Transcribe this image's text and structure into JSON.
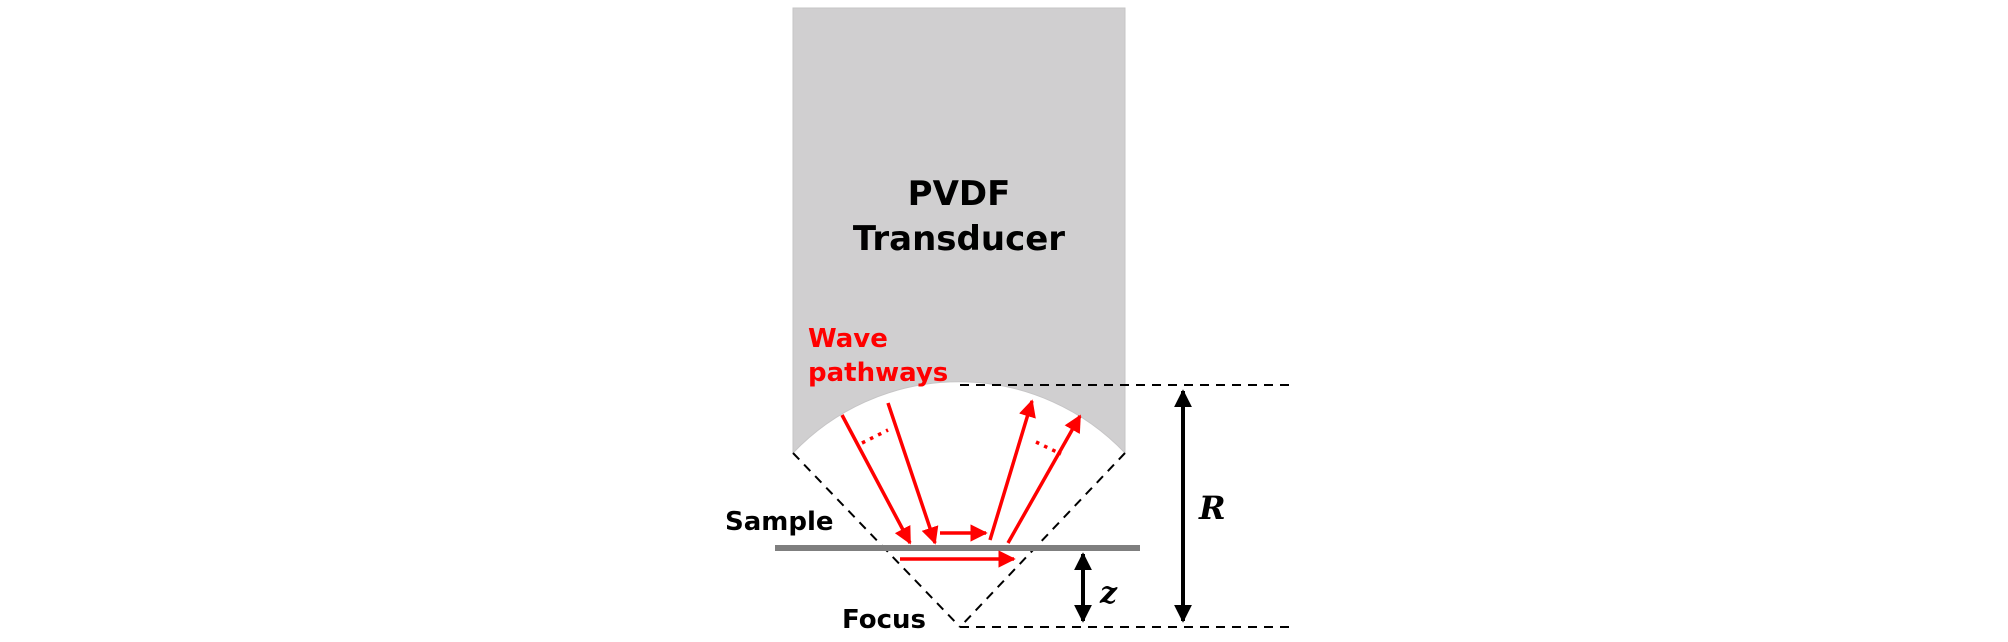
{
  "labels": {
    "transducer_line1": "PVDF",
    "transducer_line2": "Transducer",
    "wave_line1": "Wave",
    "wave_line2": "pathways",
    "sample": "Sample",
    "focus": "Focus",
    "radius": "R",
    "z": "z"
  },
  "colors": {
    "transducer_fill": "#d0cfd0",
    "wave": "#ff0000",
    "sample_line": "#7f7f7f",
    "dimension": "#000000",
    "text": "#000000"
  }
}
